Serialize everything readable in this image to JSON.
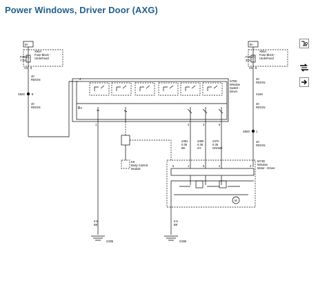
{
  "title": "Power Windows, Driver Door (AXG)",
  "toolbar": {
    "legend_icon": "symbol-legend-icon",
    "connector_icon": "connector-view-icon",
    "next_icon": "next-page-icon"
  },
  "colors": {
    "title": "#1f5f8b",
    "wire": "#000000"
  },
  "labels": {
    "bplus_left": "B+",
    "bplus_right": "B+",
    "fuse_left_id": "X50A",
    "fuse_left_desc1": "Fuse Block -",
    "fuse_left_desc2": "Underhood",
    "fuse_left_name": "F35UA",
    "fuse_left_rating": "7.5A",
    "fuse_right_id": "X50A",
    "fuse_right_desc1": "Fuse Block -",
    "fuse_right_desc2": "Underhood",
    "fuse_right_name": "F26UA",
    "fuse_right_rating": "30A",
    "pin_left_x": "X3",
    "pin_right_x": "X3",
    "pin_left_num": "8",
    "pin_right_num": "8",
    "wire_left_g1": "40",
    "wire_left_c1": "RD/GN",
    "splice_left": "S500",
    "splice_left_pin": "8",
    "wire_left_g2": "40",
    "wire_left_c2": "RD/GN",
    "wire_right_g1": "40",
    "wire_right_c1": "RD/GN",
    "conn_right_id": "X160",
    "wire_right_g2": "40",
    "wire_right_c2": "RD/GN",
    "splice_right": "S500",
    "splice_right_pin": "1",
    "wire_right_g3": "40",
    "wire_right_c3": "RD/GN",
    "switch_id": "S79D",
    "switch_desc1": "Window",
    "switch_desc2": "Switch -",
    "switch_desc3": "Driver",
    "switch_pin4": "4",
    "switch_bplus": "B+",
    "switch_pin1": "1",
    "switch_pin2": "2",
    "switch_pin3": "3",
    "switch_pin6": "6",
    "k9_id": "K9",
    "k9_desc1": "Body Control",
    "k9_desc2": "Module",
    "w_a_g": "0.35",
    "w_a_c": "BK",
    "w_b_g": "0.35",
    "w_b_c": "GY",
    "w_c_g": "0.35",
    "w_c_c": "GN/WH",
    "w_a_circ": "2381",
    "w_b_circ": "2380",
    "w_c_circ": "2370",
    "motor_id": "M74D",
    "motor_desc1": "Window",
    "motor_desc2": "Motor - Driver",
    "motor_pin6": "6",
    "motor_pin1": "1",
    "motor_pin5": "5",
    "motor_pin2": "2",
    "motor_pin4": "4",
    "motor_m": "M",
    "gnd_left_g": "0.5",
    "gnd_left_c": "BK",
    "gnd_left_id": "G305",
    "gnd_right_g": "0.5",
    "gnd_right_c": "BK",
    "gnd_right_id": "G305"
  }
}
